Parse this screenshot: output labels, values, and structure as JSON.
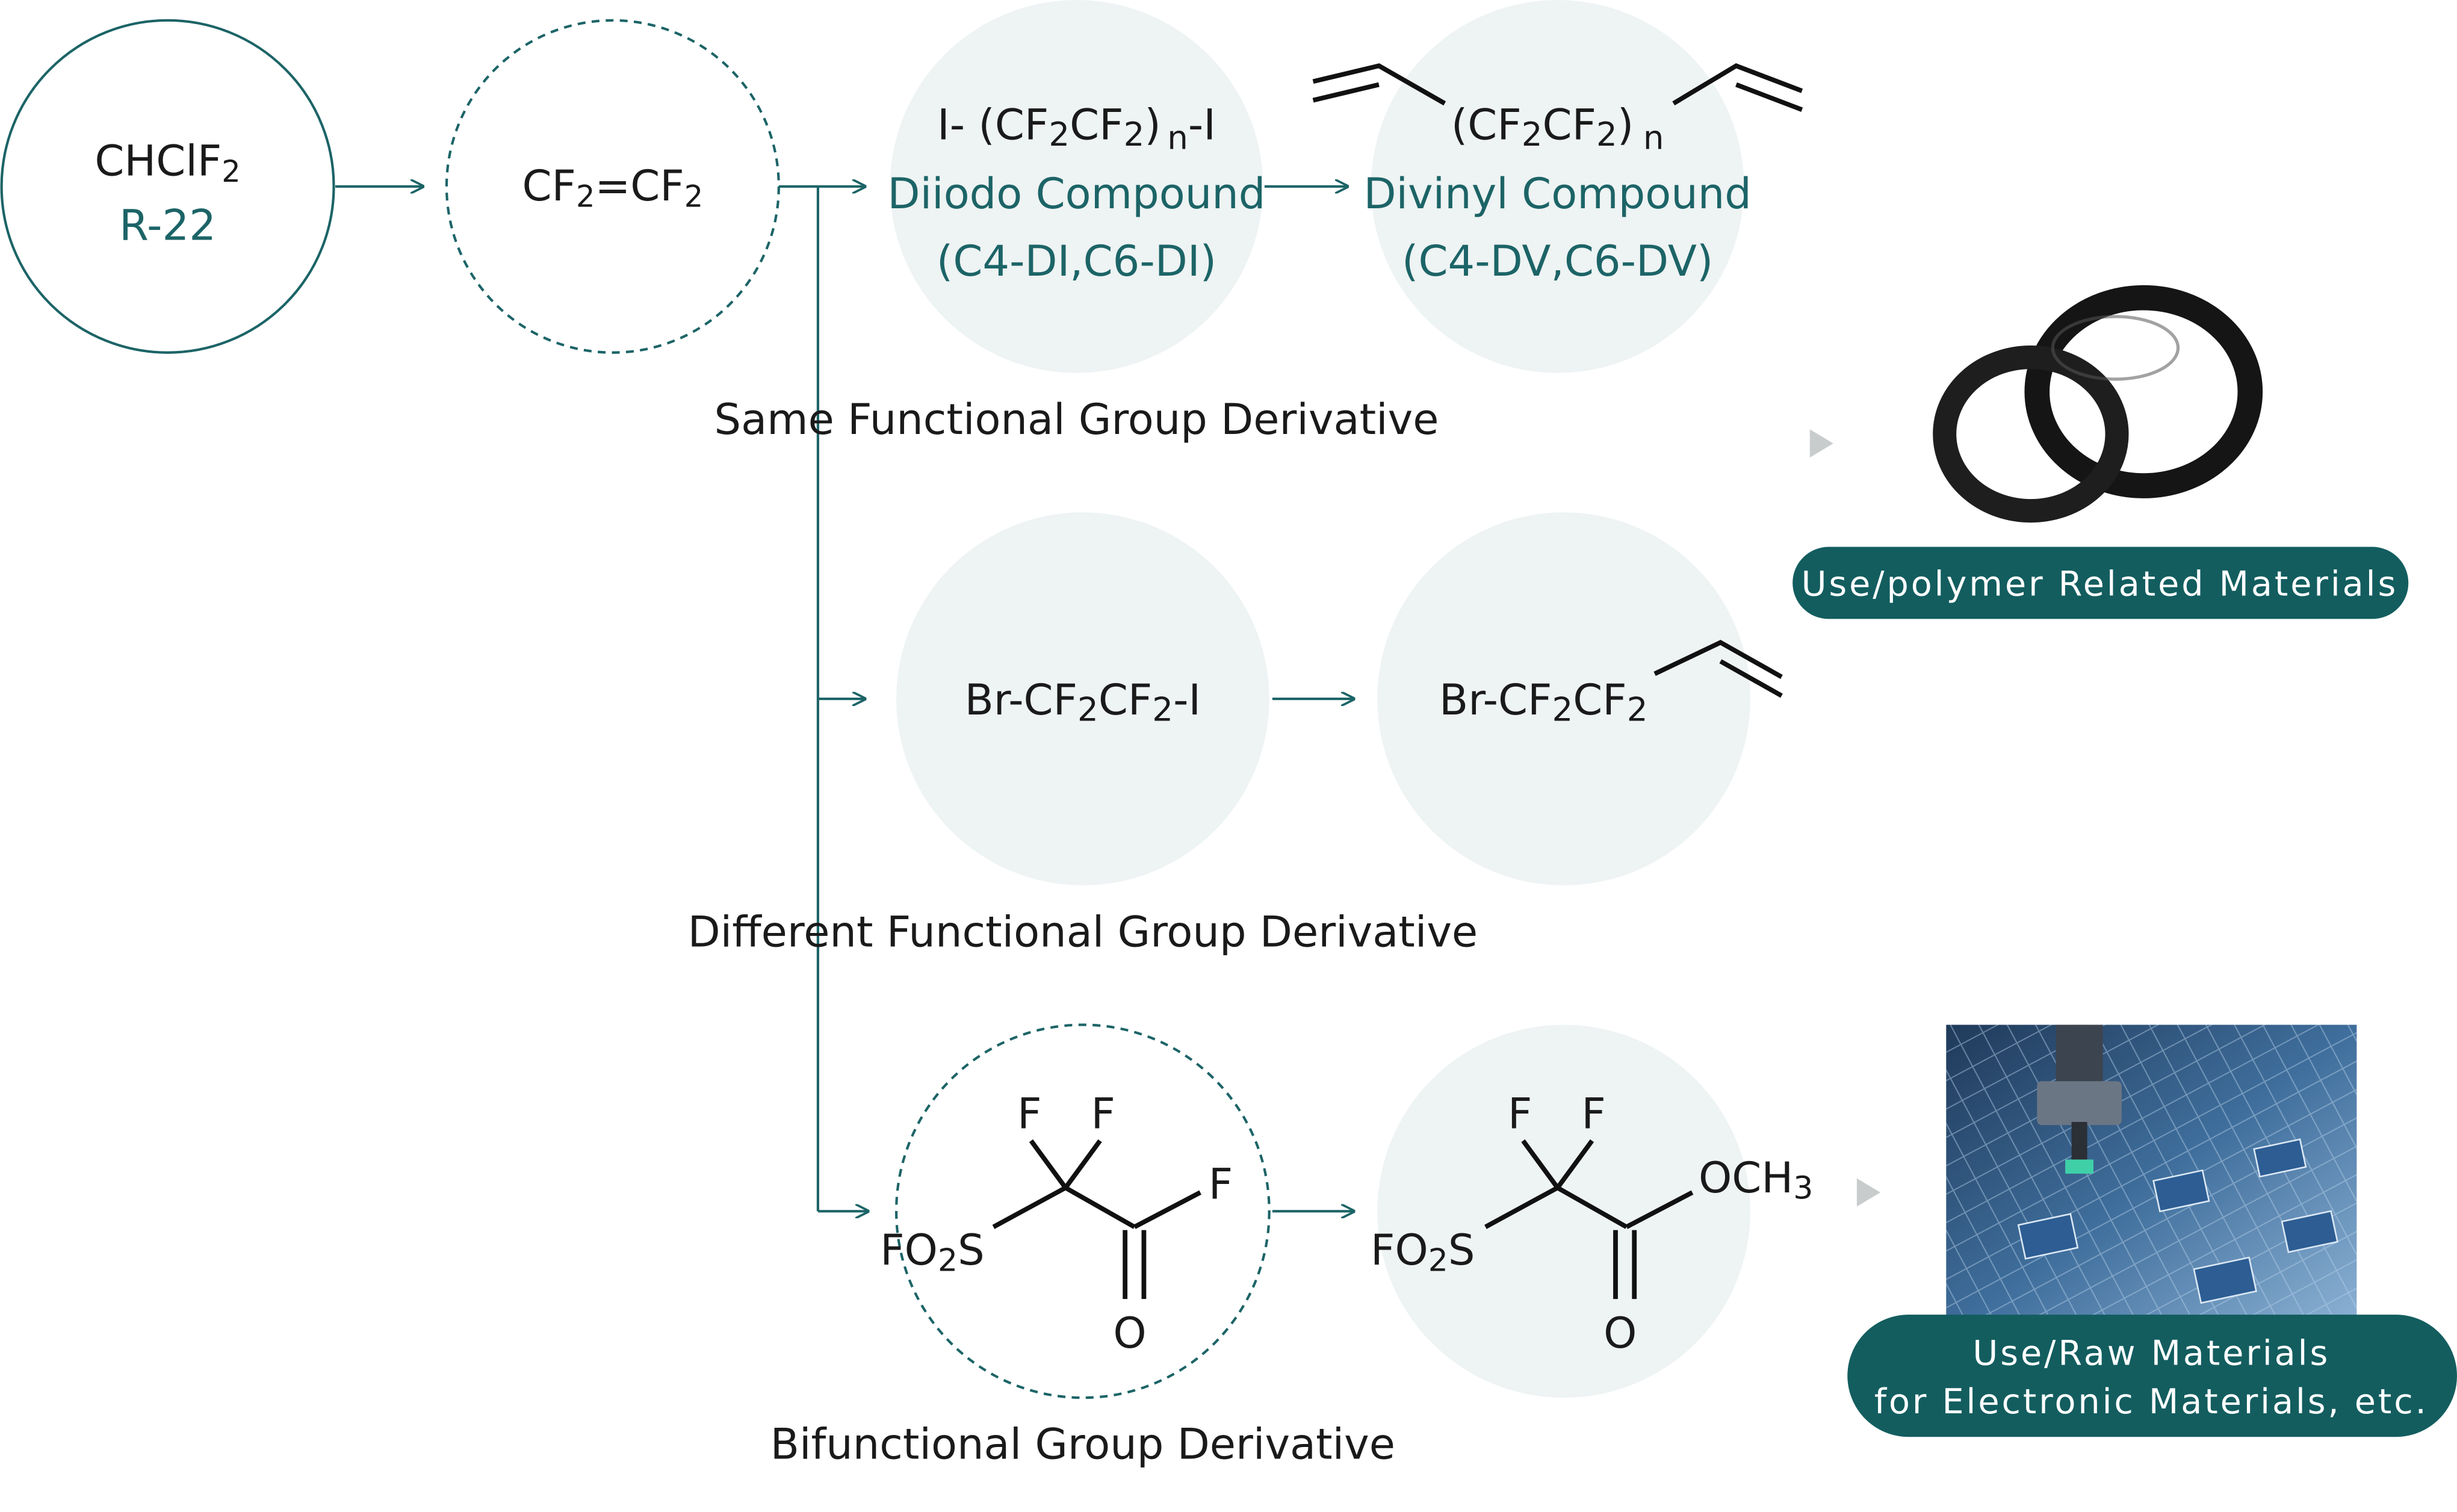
{
  "start": {
    "formula_main": "CHClF",
    "formula_sub": "2",
    "refrigerant": "R-22"
  },
  "tfe": {
    "left": "CF",
    "sub1": "2",
    "mid": "=CF",
    "sub2": "2"
  },
  "diiodo": {
    "formula": {
      "pre": "I- (CF",
      "s1": "2",
      "m": "CF",
      "s2": "2",
      "close": ")",
      "n": "n",
      "post": "-I"
    },
    "name": "Diiodo Compound",
    "codes": "(C4-DI,C6-DI)"
  },
  "divinyl": {
    "formula": {
      "pre": "(CF",
      "s1": "2",
      "m": "CF",
      "s2": "2",
      "close": ")",
      "n": "n"
    },
    "name": "Divinyl Compound",
    "codes": "(C4-DV,C6-DV)"
  },
  "bromo_iodo": {
    "pre": "Br-CF",
    "s1": "2",
    "m": "CF",
    "s2": "2",
    "post": "-I"
  },
  "bromo_vinyl": {
    "pre": "Br-CF",
    "s1": "2",
    "m": "CF",
    "s2": "2"
  },
  "sulfonyl_fluoride": {
    "f_top1": "F",
    "f_top2": "F",
    "f_right": "F",
    "left_pre": "FO",
    "left_sub": "2",
    "left_post": "S",
    "oxygen": "O"
  },
  "sulfonyl_ester": {
    "f_top1": "F",
    "f_top2": "F",
    "och": "OCH",
    "och_sub": "3",
    "left_pre": "FO",
    "left_sub": "2",
    "left_post": "S",
    "oxygen": "O"
  },
  "categories": {
    "same": "Same Functional Group Derivative",
    "different": "Different Functional Group Derivative",
    "bifunctional": "Bifunctional Group Derivative"
  },
  "uses": {
    "polymer": "Use/polymer Related Materials",
    "electronic_line1": "Use/Raw Materials",
    "electronic_line2": "for Electronic Materials, etc."
  },
  "colors": {
    "teal": "#1c6467",
    "bubble": "#eef3f3",
    "pill": "#135d5f"
  },
  "icons": {
    "polymer_image": "o-ring-photo",
    "electronic_image": "circuit-board-photo"
  }
}
